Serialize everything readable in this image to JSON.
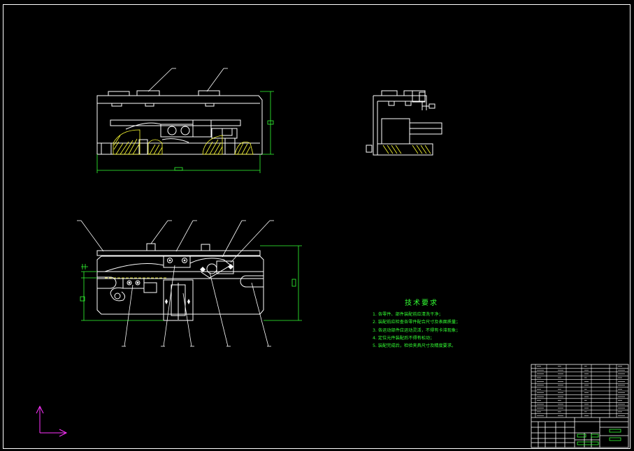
{
  "drawing": {
    "background": "#000000",
    "colors": {
      "outline": "#ffffff",
      "dimension": "#33ff33",
      "hatch": "#ffff33",
      "ucs": "#ff33ff"
    }
  },
  "technical_requirements": {
    "title": "技术要求",
    "items": [
      "1. 各零件、部件装配前应清洗干净；",
      "2. 装配前应检查各零件配合尺寸及表面质量；",
      "3. 各运动部件应运动灵活，不得有卡滞现象；",
      "4. 定位元件装配后不得有松动；",
      "5. 装配完成后，检验夹具尺寸及精度要求。"
    ]
  },
  "title_block": {
    "sheet_label": ""
  }
}
